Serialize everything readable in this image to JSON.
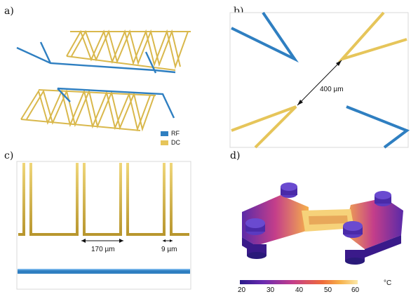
{
  "panels": {
    "a": {
      "letter": "a)"
    },
    "b": {
      "letter": "b)",
      "distance_label": "400 µm"
    },
    "c": {
      "letter": "c)",
      "pitch_label": "170 µm",
      "width_label": "9 µm"
    },
    "d": {
      "letter": "d)"
    }
  },
  "legend": {
    "items": [
      {
        "label": "RF",
        "color": "#2f7fc1"
      },
      {
        "label": "DC",
        "color": "#e6c55a"
      }
    ]
  },
  "colorbar": {
    "ticks": [
      "20",
      "30",
      "40",
      "50",
      "60"
    ],
    "unit": "°C",
    "colors": [
      "#2a1a8a",
      "#6a2ab0",
      "#c43e8a",
      "#ee6a3a",
      "#f6b04a",
      "#fbe8a8"
    ]
  },
  "colors": {
    "rf": "#2f7fc1",
    "dc": "#e6c55a",
    "dc_dark": "#b8962e"
  }
}
